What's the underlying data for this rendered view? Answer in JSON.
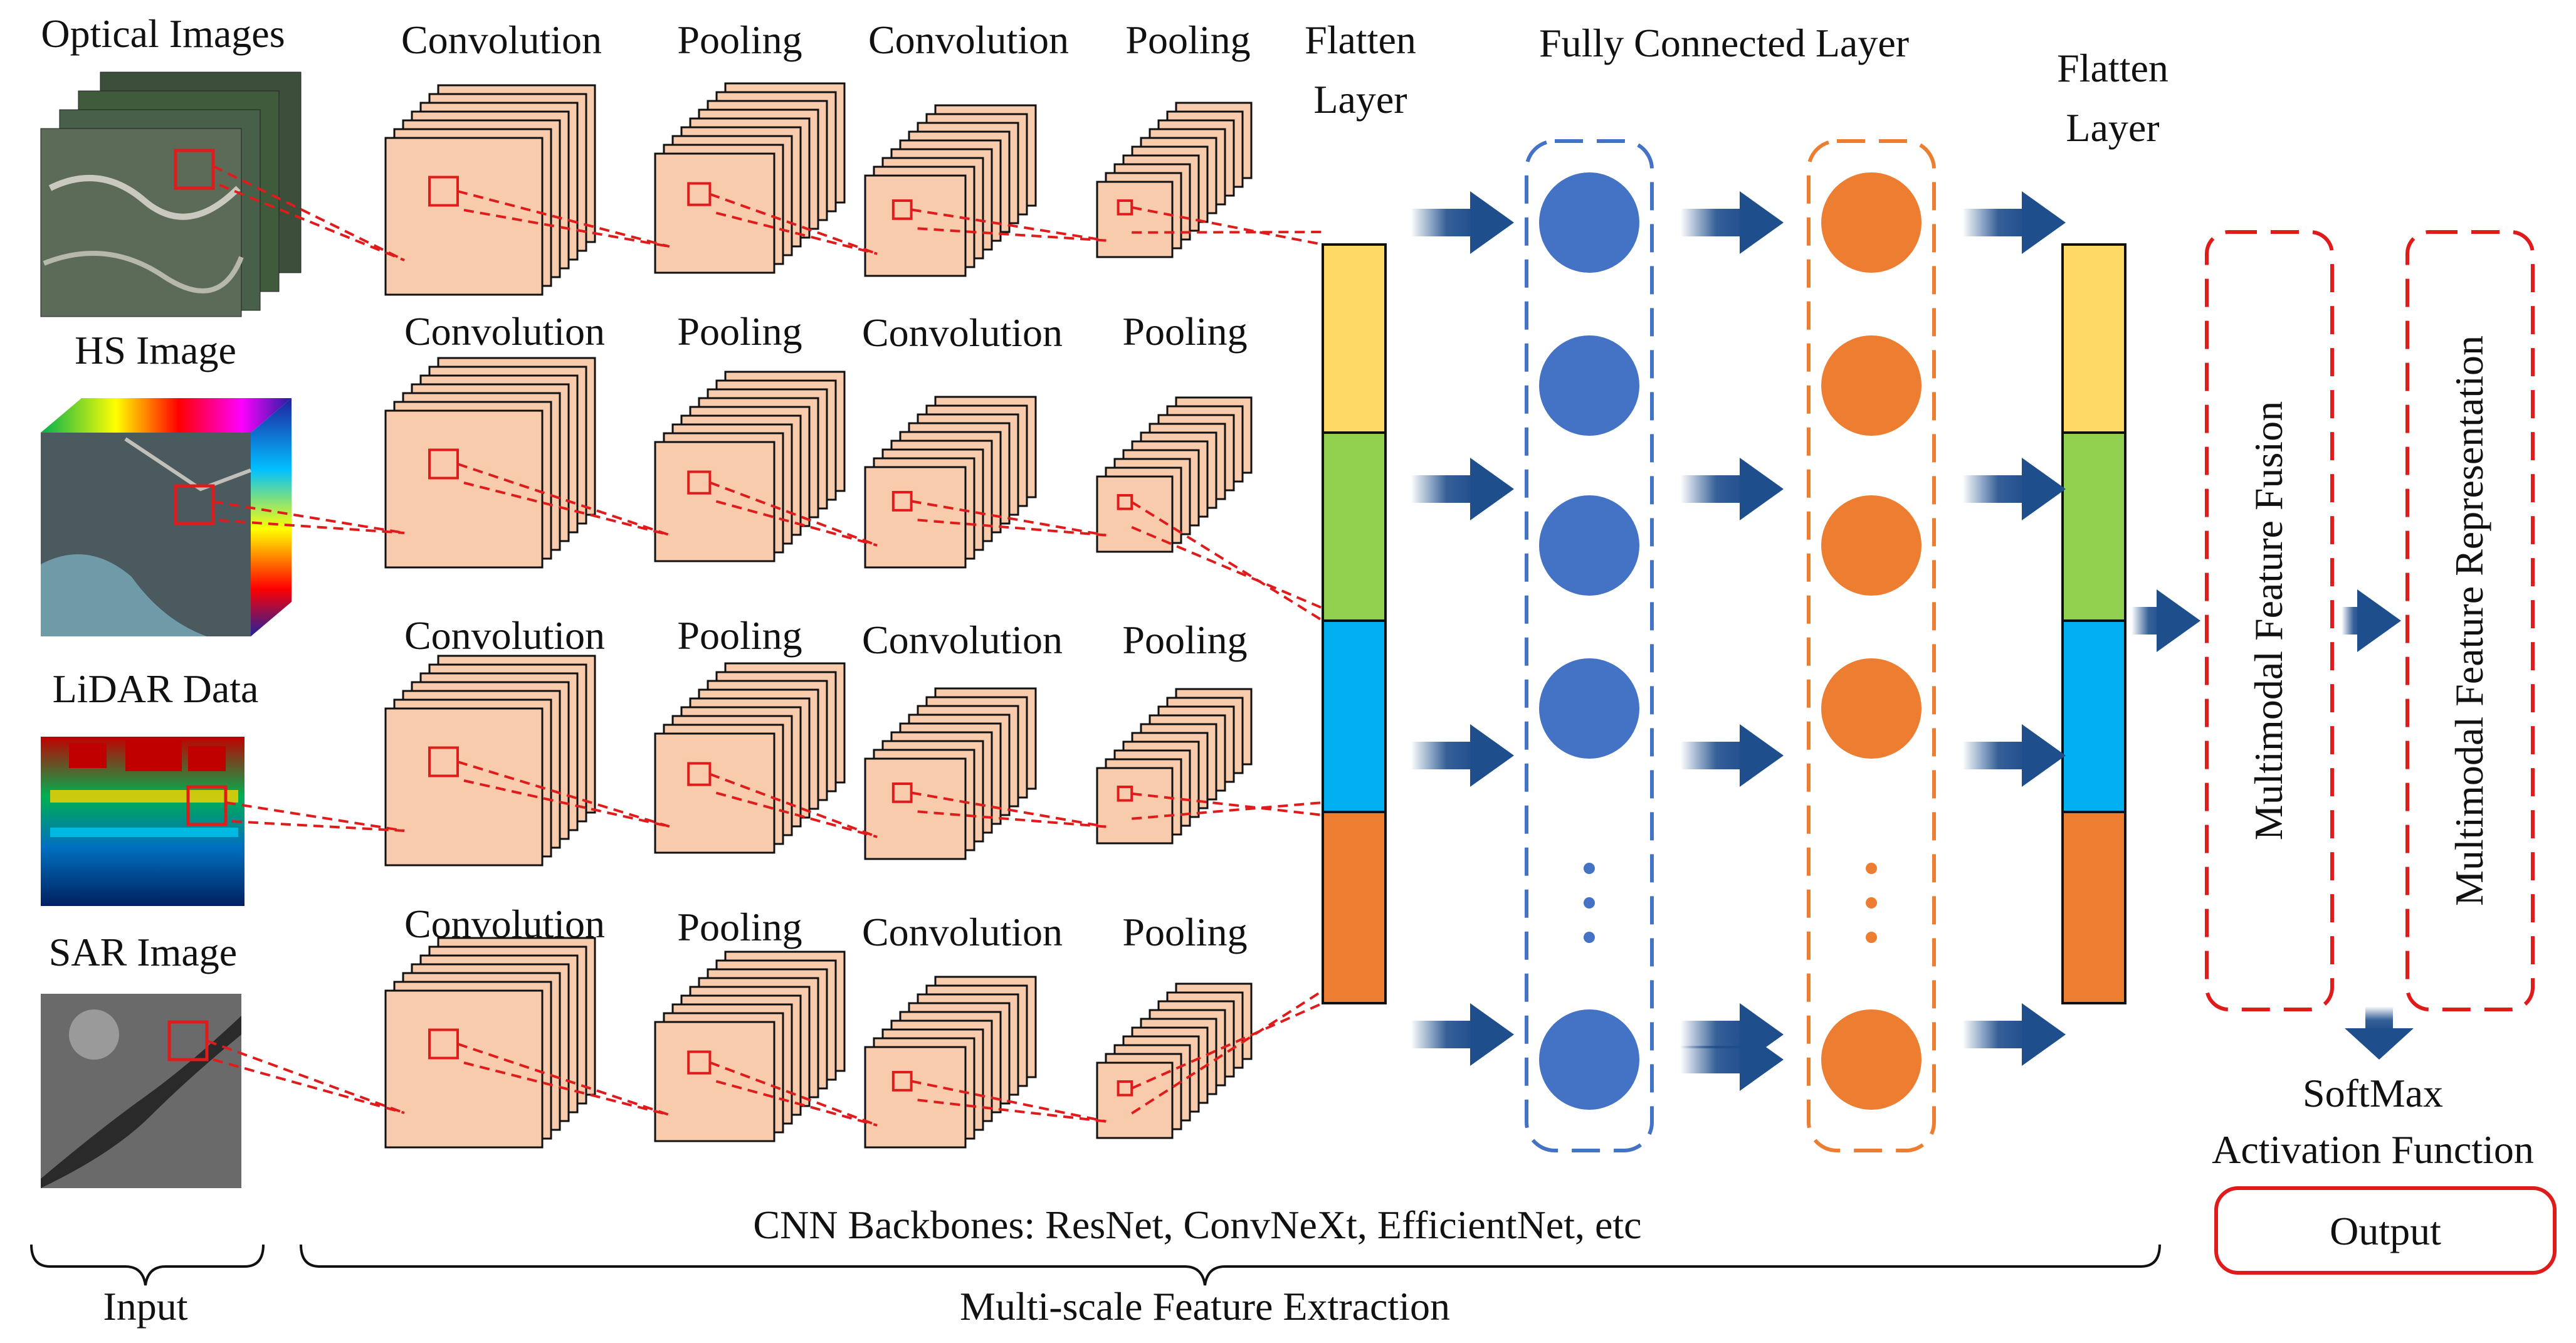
{
  "inputs": [
    {
      "label": "Optical Images",
      "icon": "optical-image-stack-icon"
    },
    {
      "label": "HS Image",
      "icon": "hyperspectral-cube-icon"
    },
    {
      "label": "LiDAR Data",
      "icon": "lidar-point-cloud-icon"
    },
    {
      "label": "SAR Image",
      "icon": "sar-image-icon"
    }
  ],
  "backbone_rows": [
    {
      "stages": [
        "Convolution",
        "Pooling",
        "Convolution",
        "Pooling"
      ]
    },
    {
      "stages": [
        "Convolution",
        "Pooling",
        "Convolution",
        "Pooling"
      ]
    },
    {
      "stages": [
        "Convolution",
        "Pooling",
        "Convolution",
        "Pooling"
      ]
    },
    {
      "stages": [
        "Convolution",
        "Pooling",
        "Convolution",
        "Pooling"
      ]
    }
  ],
  "flatten_layer_left": {
    "line1": "Flatten",
    "line2": "Layer"
  },
  "flatten_layer_right": {
    "line1": "Flatten",
    "line2": "Layer"
  },
  "fully_connected_label": "Fully Connected Layer",
  "fusion_label": "Multimodal Feature Fusion",
  "representation_label": "Multimodal Feature Representation",
  "softmax_line1": "SoftMax",
  "softmax_line2": "Activation Function",
  "output_label": "Output",
  "backbones_label": "CNN Backbones: ResNet, ConvNeXt, EfficientNet, etc",
  "input_brace_label": "Input",
  "extraction_brace_label": "Multi-scale Feature Extraction",
  "colors": {
    "feature_map_fill": "#f8cbad",
    "segment_yellow": "#ffd966",
    "segment_green": "#92d050",
    "segment_blue": "#00b0f0",
    "segment_orange": "#ed7d31",
    "blue_neuron": "#4472c4",
    "orange_neuron": "#ed7d31",
    "arrow_blue": "#1f4e8c",
    "highlight_red": "#e01b1b"
  }
}
